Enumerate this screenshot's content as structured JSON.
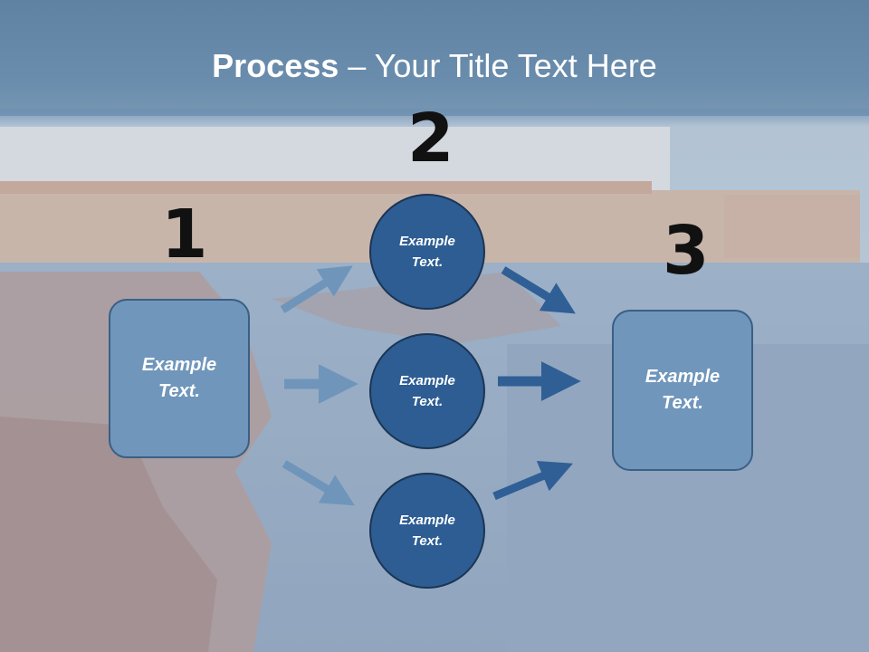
{
  "title": {
    "bold": "Process",
    "rest": " – Your Title Text Here"
  },
  "steps": [
    {
      "number": "1",
      "text": "Example\nText."
    },
    {
      "number": "2",
      "text": "Example\nText."
    },
    {
      "number": "3",
      "text": "Example\nText."
    }
  ],
  "circles": [
    {
      "text": "Example\nText."
    },
    {
      "text": "Example\nText."
    },
    {
      "text": "Example\nText."
    }
  ],
  "colors": {
    "box_fill": "#7096bb",
    "circle_fill": "#2d5d93",
    "arrow_light": "#6f95bb",
    "arrow_dark": "#2f5f95"
  }
}
